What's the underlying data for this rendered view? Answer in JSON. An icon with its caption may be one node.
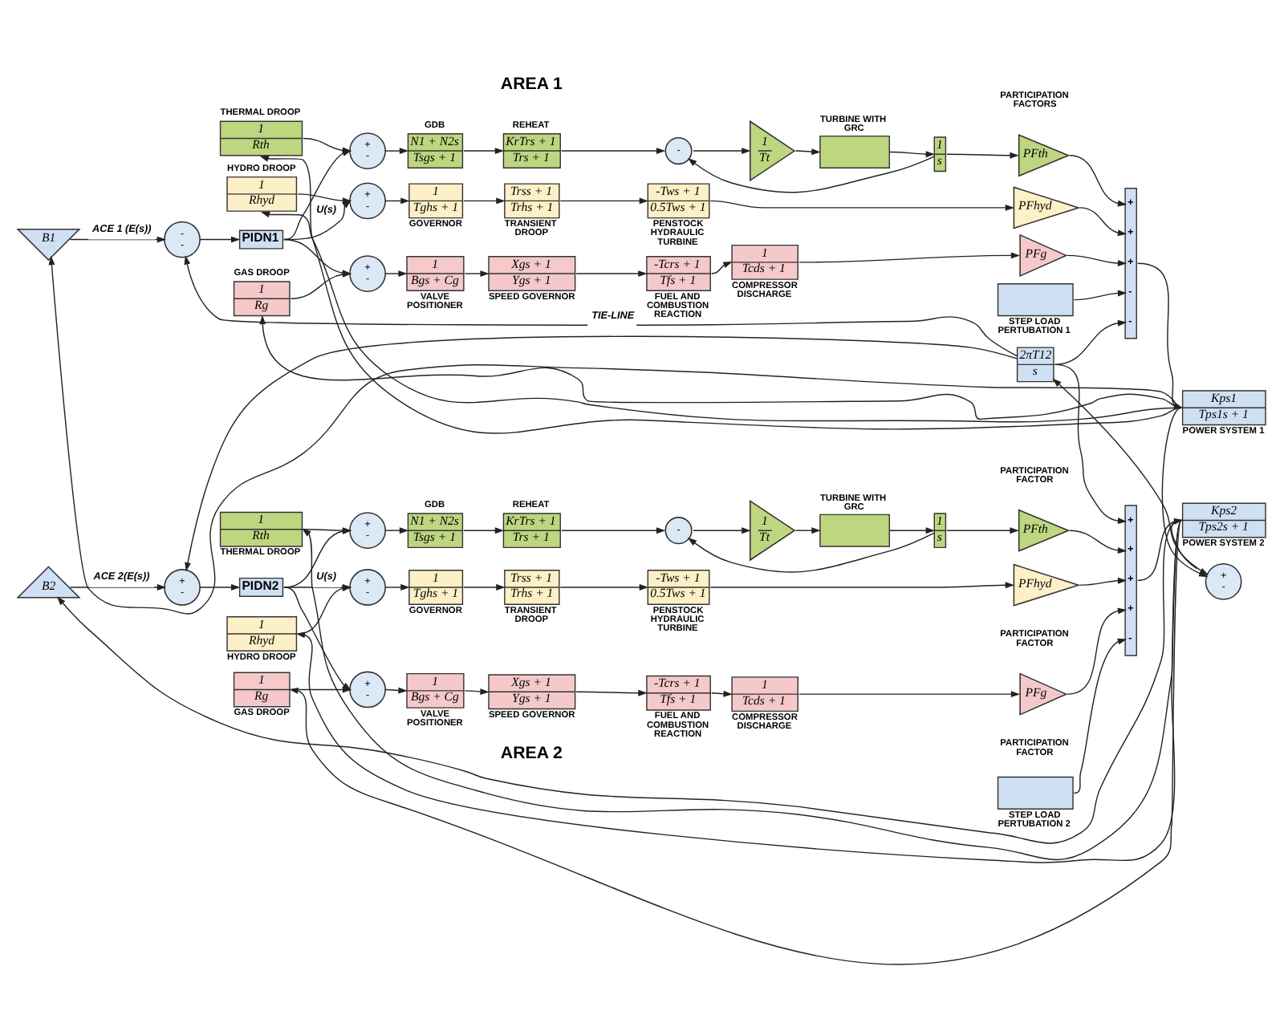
{
  "diagram": {
    "nodes": [
      {
        "text": [
          "B1"
        ]
      },
      {
        "text": [
          "1",
          "Rg"
        ],
        "beside": [
          "GAS DROOP"
        ]
      },
      {
        "text": [
          "1",
          "Rhyd"
        ],
        "beside": [
          "HYDRO DROOP"
        ]
      },
      {
        "text": [
          "1",
          "Rth"
        ],
        "beside": [
          "THERMAL DROOP"
        ]
      },
      {
        "text": [
          "+",
          "-"
        ]
      },
      {
        "text": [
          "N1 + N2s",
          "Tsgs + 1"
        ],
        "beside": [
          "GDB"
        ]
      },
      {
        "text": [
          "KrTrs + 1",
          "Trs + 1"
        ],
        "beside": [
          "REHEAT"
        ]
      },
      {
        "text": [
          "-"
        ]
      },
      {
        "text": [
          "1",
          "Tt"
        ]
      },
      {
        "text": [],
        "shape": "box",
        "beside": [
          "TURBINE WITH GRC"
        ]
      },
      {
        "text": [
          "1",
          "s"
        ]
      },
      {
        "text": [
          "PFth"
        ],
        "beside": [
          "PARTICIPATION FACTORS"
        ]
      },
      {
        "text": [
          "-",
          "-"
        ]
      },
      {
        "text": [
          "PIDN1"
        ]
      },
      {
        "text": [
          "+",
          "-"
        ]
      },
      {
        "text": [
          "1",
          "Tghs + 1"
        ],
        "beside": [
          "GOVERNOR"
        ]
      },
      {
        "text": [
          "Trss + 1",
          "Trhs + 1"
        ],
        "beside": [
          "TRANSIENT DROOP"
        ]
      },
      {
        "text": [
          "-Tws + 1",
          "0.5Tws + 1"
        ],
        "beside": [
          "PENSTOCK HYDRAULIC TURBINE"
        ]
      },
      {
        "text": [
          "PFhyd"
        ]
      },
      {
        "text": [
          "+",
          "+",
          "+",
          "-",
          "-"
        ]
      },
      {
        "text": [
          "Kps1",
          "Tps1s + 1"
        ],
        "beside": [
          "POWER SYSTEM 1"
        ]
      },
      {
        "text": [
          "+",
          "-"
        ]
      },
      {
        "text": [
          "1",
          "Bgs + Cg"
        ],
        "beside": [
          "VALVE POSITIONER"
        ]
      },
      {
        "text": [
          "Xgs + 1",
          "Ygs + 1"
        ],
        "beside": [
          "SPEED GOVERNOR"
        ]
      },
      {
        "text": [
          "-Tcrs + 1",
          "Tfs + 1"
        ],
        "beside": [
          "FUEL AND COMBUSTION REACTION"
        ]
      },
      {
        "text": [
          "1",
          "Tcds + 1"
        ],
        "beside": [
          "COMPRESSOR DISCHARGE"
        ]
      },
      {
        "text": [
          "PFg"
        ]
      },
      {
        "text": [],
        "shape": "box",
        "beside": [
          "STEP LOAD PERTUBATION 1"
        ]
      },
      {
        "text": [
          "2πT12",
          "s"
        ]
      },
      {
        "text": [
          "+",
          "-"
        ]
      },
      {
        "text": [
          "+",
          "-"
        ]
      },
      {
        "text": [
          "N1 + N2s",
          "Tsgs + 1"
        ],
        "beside": [
          "GDB"
        ]
      },
      {
        "text": [
          "KrTrs + 1",
          "Trs + 1"
        ],
        "beside": [
          "REHEAT"
        ]
      },
      {
        "text": [
          "-"
        ]
      },
      {
        "text": [
          "1",
          "Tt"
        ]
      },
      {
        "text": [],
        "shape": "box",
        "beside": [
          "TURBINE WITH GRC"
        ]
      },
      {
        "text": [
          "1",
          "s"
        ]
      },
      {
        "text": [
          "PFth"
        ],
        "beside": [
          "PARTICIPATION FACTOR"
        ]
      },
      {
        "text": [
          "+",
          "+",
          "+",
          "+",
          "-"
        ]
      },
      {
        "text": [
          "+",
          "-"
        ]
      },
      {
        "text": [
          "PIDN2"
        ]
      },
      {
        "text": [
          "+",
          "-"
        ]
      },
      {
        "text": [
          "1",
          "Tghs + 1"
        ],
        "beside": [
          "GOVERNOR"
        ]
      },
      {
        "text": [
          "Trss + 1",
          "Trhs + 1"
        ],
        "beside": [
          "TRANSIENT DROOP"
        ]
      },
      {
        "text": [
          "-Tws + 1",
          "0.5Tws + 1"
        ],
        "beside": [
          "PENSTOCK HYDRAULIC TURBINE"
        ]
      },
      {
        "text": [
          "PFhyd"
        ],
        "beside": [
          "PARTICIPATION FACTOR"
        ]
      },
      {
        "text": [
          "Kps2",
          "Tps2s + 1"
        ],
        "beside": [
          "POWER SYSTEM 2"
        ]
      },
      {
        "text": [
          "+",
          "-"
        ]
      },
      {
        "text": [
          "1",
          "Bgs + Cg"
        ],
        "beside": [
          "VALVE POSITIONER"
        ]
      },
      {
        "text": [
          "Xgs + 1",
          "Ygs + 1"
        ],
        "beside": [
          "SPEED GOVERNOR"
        ]
      },
      {
        "text": [
          "-Tcrs + 1",
          "Tfs + 1"
        ],
        "beside": [
          "FUEL AND COMBUSTION REACTION"
        ]
      },
      {
        "text": [
          "1",
          "Tcds + 1"
        ],
        "beside": [
          "COMPRESSOR DISCHARGE"
        ]
      },
      {
        "text": [
          "PFg"
        ],
        "beside": [
          "PARTICIPATION FACTOR"
        ]
      },
      {
        "text": [
          "B2"
        ]
      },
      {
        "text": [
          "1",
          "Rth"
        ],
        "beside": [
          "THERMAL DROOP"
        ]
      },
      {
        "text": [
          "1",
          "Rhyd"
        ],
        "beside": [
          "HYDRO DROOP"
        ]
      },
      {
        "text": [
          "1",
          "Rg"
        ],
        "beside": [
          "GAS DROOP"
        ]
      },
      {
        "text": [],
        "shape": "box",
        "beside": [
          "STEP LOAD PERTUBATION 2"
        ]
      }
    ],
    "edges": [
      {
        "from": 20,
        "to": 0,
        "arrow": "to"
      },
      {
        "from": 20,
        "to": 1,
        "arrow": "to"
      },
      {
        "from": 20,
        "to": 2,
        "arrow": "to"
      },
      {
        "from": 20,
        "to": 3,
        "arrow": "to"
      },
      {
        "from": 0,
        "to": 12,
        "arrow": "to",
        "label": "ACE 1 (E(s))"
      },
      {
        "from": 28,
        "to": 12,
        "arrow": "to",
        "label": "TIE-LINE"
      },
      {
        "from": 12,
        "to": 13,
        "arrow": "to"
      },
      {
        "from": 13,
        "to": 4,
        "arrow": "to"
      },
      {
        "from": 13,
        "to": 14,
        "arrow": "to",
        "label": "U(s)"
      },
      {
        "from": 13,
        "to": 21,
        "arrow": "to"
      },
      {
        "from": 3,
        "to": 4,
        "arrow": "to"
      },
      {
        "from": 2,
        "to": 14,
        "arrow": "to"
      },
      {
        "from": 1,
        "to": 21,
        "arrow": "to"
      },
      {
        "from": 4,
        "to": 5,
        "arrow": "to"
      },
      {
        "from": 5,
        "to": 6,
        "arrow": "to"
      },
      {
        "from": 6,
        "to": 7,
        "arrow": "to"
      },
      {
        "from": 7,
        "to": 8,
        "arrow": "to"
      },
      {
        "from": 8,
        "to": 9,
        "arrow": "to"
      },
      {
        "from": 9,
        "to": 10,
        "arrow": "to"
      },
      {
        "from": 10,
        "to": 11,
        "arrow": "to"
      },
      {
        "from": 10,
        "to": 7,
        "arrow": "to"
      },
      {
        "from": 14,
        "to": 15,
        "arrow": "to"
      },
      {
        "from": 15,
        "to": 16,
        "arrow": "to"
      },
      {
        "from": 16,
        "to": 17,
        "arrow": "to"
      },
      {
        "from": 17,
        "to": 18,
        "arrow": "to"
      },
      {
        "from": 21,
        "to": 22,
        "arrow": "to"
      },
      {
        "from": 22,
        "to": 23,
        "arrow": "to"
      },
      {
        "from": 23,
        "to": 24,
        "arrow": "to"
      },
      {
        "from": 24,
        "to": 25,
        "arrow": "to"
      },
      {
        "from": 25,
        "to": 26,
        "arrow": "to"
      },
      {
        "from": 11,
        "to": 19,
        "arrow": "to"
      },
      {
        "from": 18,
        "to": 19,
        "arrow": "to"
      },
      {
        "from": 26,
        "to": 19,
        "arrow": "to"
      },
      {
        "from": 27,
        "to": 19,
        "arrow": "to"
      },
      {
        "from": 28,
        "to": 19,
        "arrow": "to"
      },
      {
        "from": 19,
        "to": 20,
        "arrow": "to"
      },
      {
        "from": 20,
        "to": 29,
        "arrow": "to"
      },
      {
        "from": 46,
        "to": 29,
        "arrow": "to"
      },
      {
        "from": 29,
        "to": 28,
        "arrow": "to"
      },
      {
        "from": 46,
        "to": 53,
        "arrow": "to"
      },
      {
        "from": 46,
        "to": 54,
        "arrow": "to"
      },
      {
        "from": 46,
        "to": 55,
        "arrow": "to"
      },
      {
        "from": 46,
        "to": 56,
        "arrow": "to"
      },
      {
        "from": 53,
        "to": 39,
        "arrow": "to",
        "label": "ACE 2(E(s))"
      },
      {
        "from": 28,
        "to": 39,
        "arrow": "to"
      },
      {
        "from": 39,
        "to": 40,
        "arrow": "to"
      },
      {
        "from": 40,
        "to": 30,
        "arrow": "to"
      },
      {
        "from": 40,
        "to": 41,
        "arrow": "to",
        "label": "U(s)"
      },
      {
        "from": 40,
        "to": 47,
        "arrow": "to"
      },
      {
        "from": 54,
        "to": 30,
        "arrow": "to"
      },
      {
        "from": 55,
        "to": 41,
        "arrow": "to"
      },
      {
        "from": 56,
        "to": 47,
        "arrow": "to"
      },
      {
        "from": 30,
        "to": 31,
        "arrow": "to"
      },
      {
        "from": 31,
        "to": 32,
        "arrow": "to"
      },
      {
        "from": 32,
        "to": 33,
        "arrow": "to"
      },
      {
        "from": 33,
        "to": 34,
        "arrow": "to"
      },
      {
        "from": 34,
        "to": 35,
        "arrow": "to"
      },
      {
        "from": 35,
        "to": 36,
        "arrow": "to"
      },
      {
        "from": 36,
        "to": 37,
        "arrow": "to"
      },
      {
        "from": 36,
        "to": 33,
        "arrow": "to"
      },
      {
        "from": 41,
        "to": 42,
        "arrow": "to"
      },
      {
        "from": 42,
        "to": 43,
        "arrow": "to"
      },
      {
        "from": 43,
        "to": 44,
        "arrow": "to"
      },
      {
        "from": 44,
        "to": 45,
        "arrow": "to"
      },
      {
        "from": 47,
        "to": 48,
        "arrow": "to"
      },
      {
        "from": 48,
        "to": 49,
        "arrow": "to"
      },
      {
        "from": 49,
        "to": 50,
        "arrow": "to"
      },
      {
        "from": 50,
        "to": 51,
        "arrow": "to"
      },
      {
        "from": 51,
        "to": 52,
        "arrow": "to"
      },
      {
        "from": 28,
        "to": 38,
        "arrow": "to"
      },
      {
        "from": 37,
        "to": 38,
        "arrow": "to"
      },
      {
        "from": 45,
        "to": 38,
        "arrow": "to"
      },
      {
        "from": 52,
        "to": 38,
        "arrow": "to"
      },
      {
        "from": 57,
        "to": 38,
        "arrow": "to"
      },
      {
        "from": 38,
        "to": 46,
        "arrow": "to"
      }
    ],
    "labels": [
      "AREA 1",
      "AREA 2"
    ]
  }
}
